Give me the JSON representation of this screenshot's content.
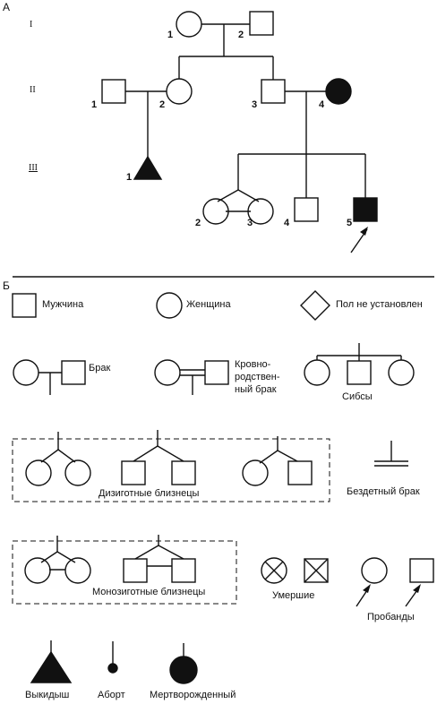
{
  "sections": {
    "a": "А",
    "b": "Б"
  },
  "generations": [
    "I",
    "II",
    "III"
  ],
  "individuals": {
    "I1": "1",
    "I2": "2",
    "II1": "1",
    "II2": "2",
    "II3": "3",
    "II4": "4",
    "III1": "1",
    "III2": "2",
    "III3": "3",
    "III4": "4",
    "III5": "5"
  },
  "legend": {
    "male": "Мужчина",
    "female": "Женщина",
    "unknown_sex": "Пол не установлен",
    "marriage": "Брак",
    "consanguineous_1": "Кровно-",
    "consanguineous_2": "родствен-",
    "consanguineous_3": "ный брак",
    "sibs": "Сибсы",
    "dizygotic": "Дизиготные близнецы",
    "childless": "Бездетный брак",
    "monozygotic": "Монозиготные близнецы",
    "deceased": "Умершие",
    "probands": "Пробанды",
    "miscarriage": "Выкидыш",
    "abortion": "Аборт",
    "stillborn": "Мертворожденный"
  },
  "colors": {
    "ink": "#111111",
    "paper": "#ffffff"
  }
}
